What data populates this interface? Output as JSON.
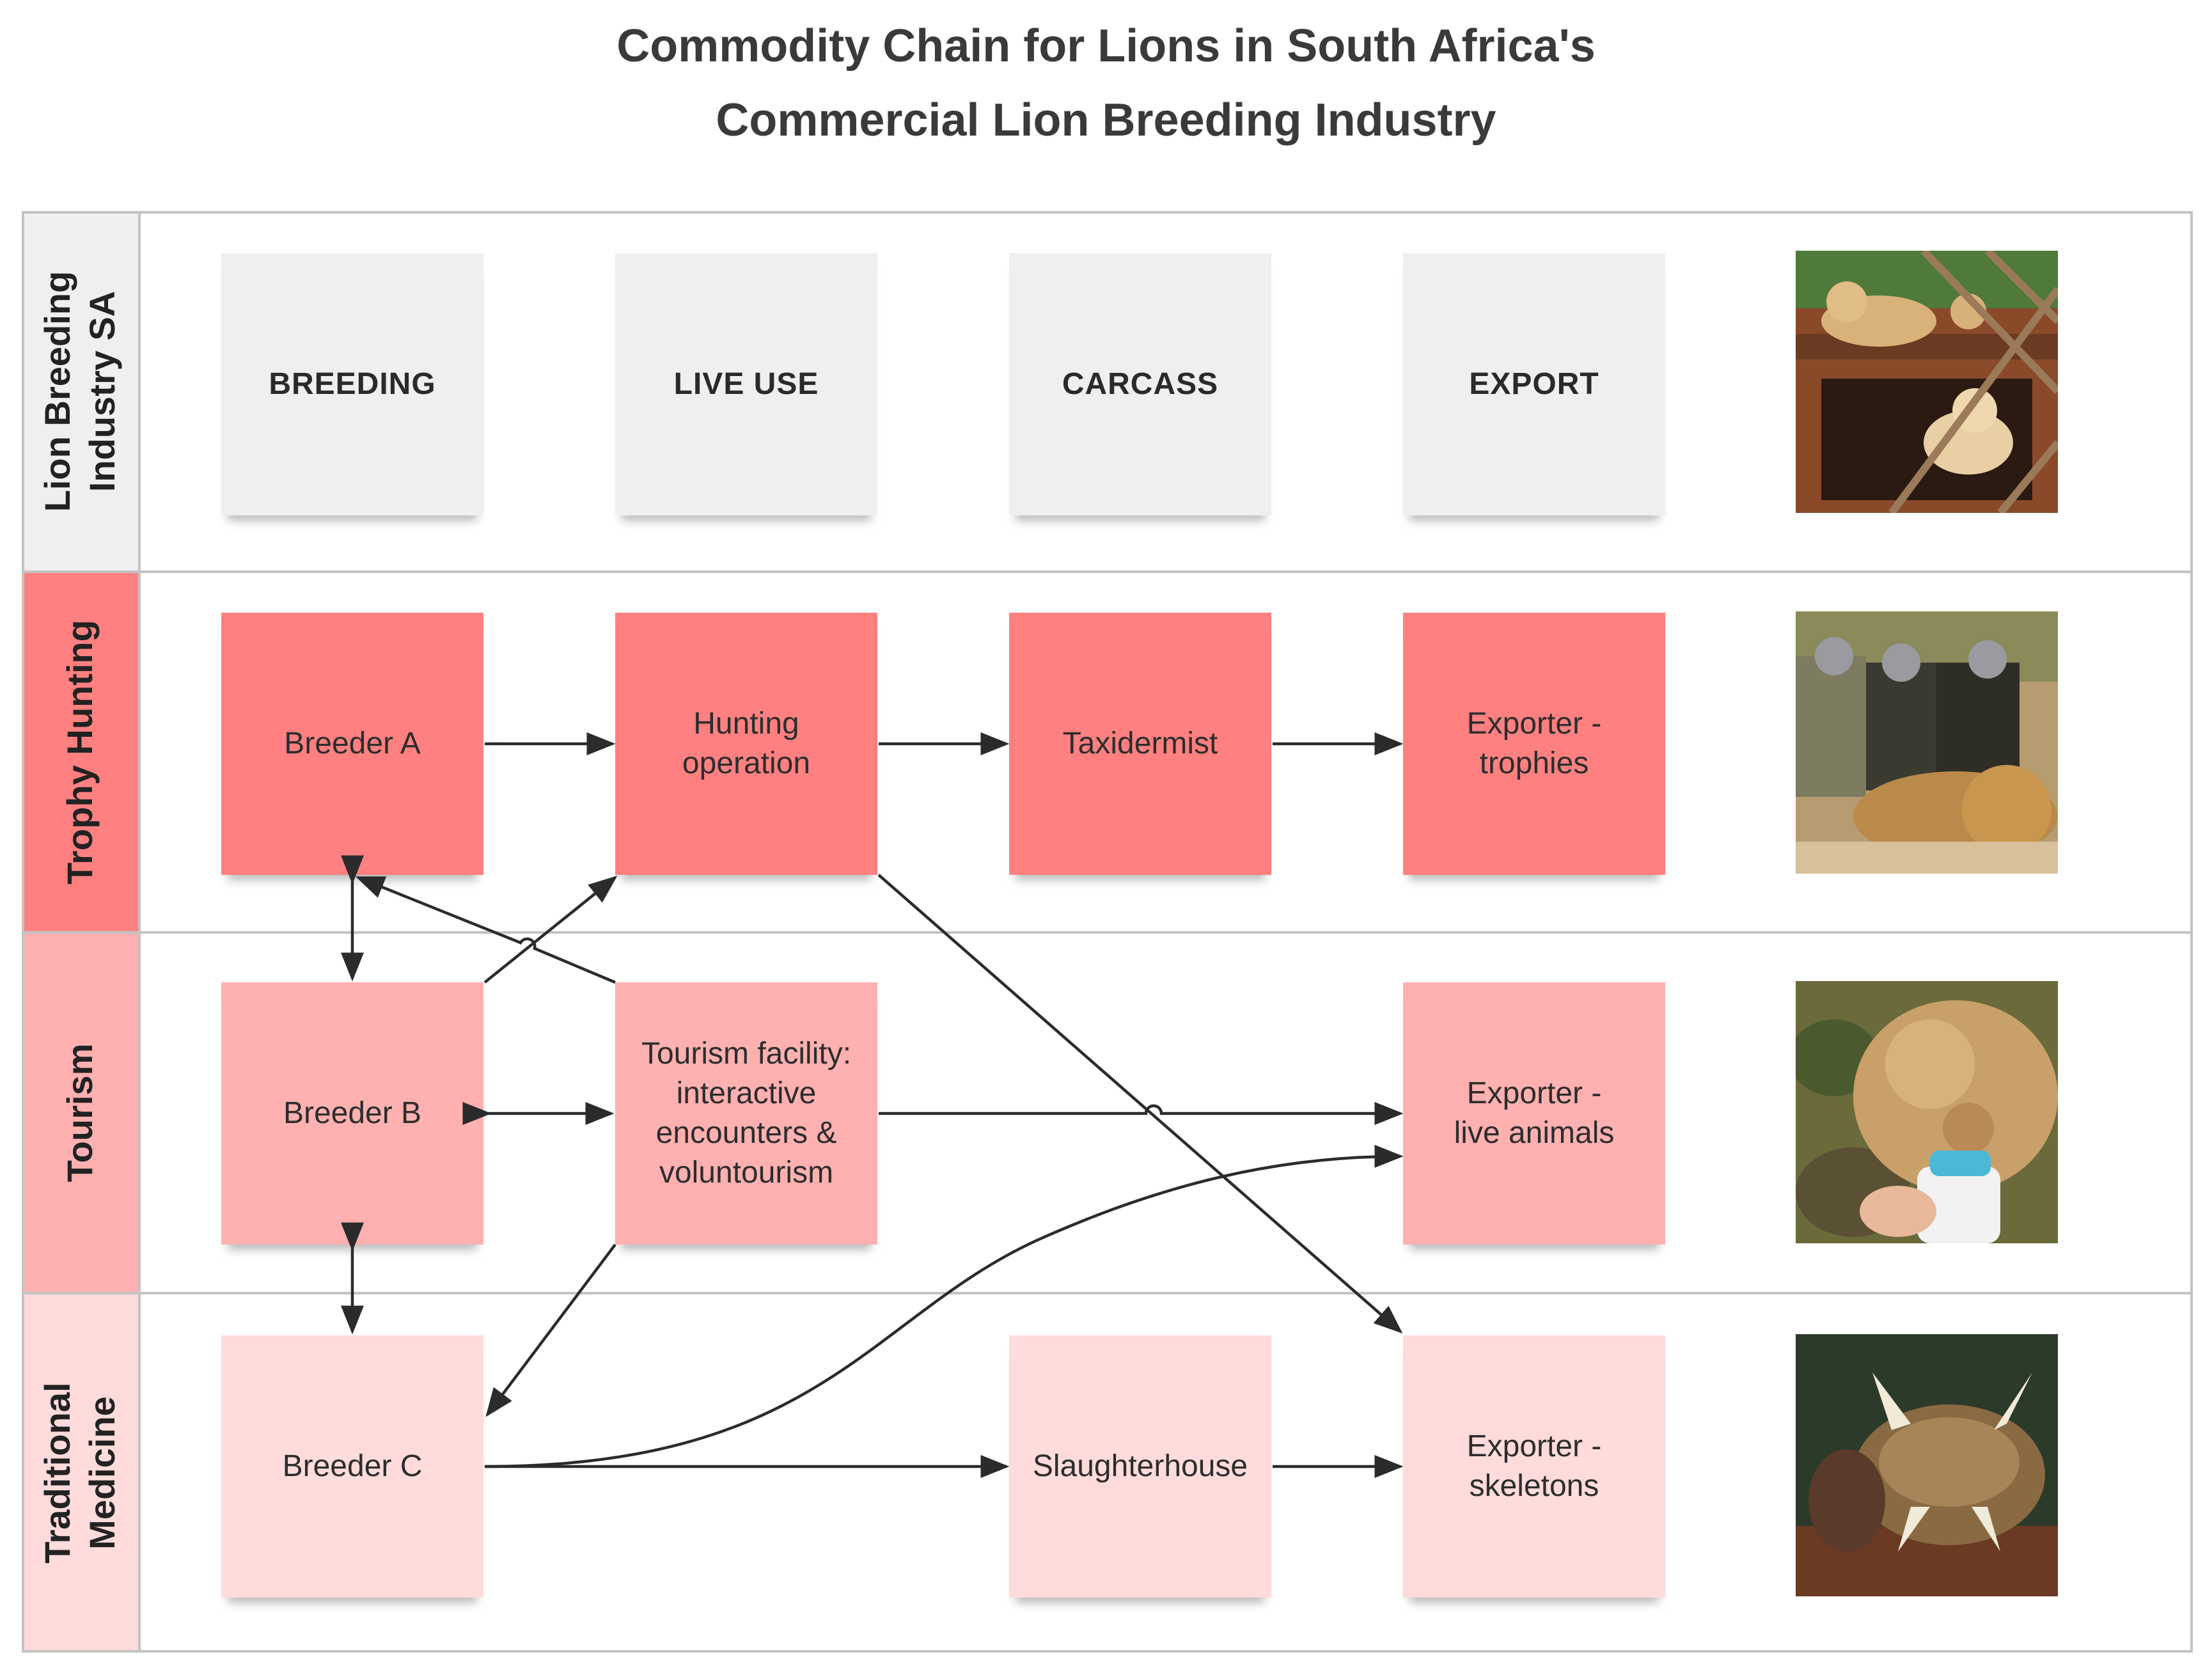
{
  "title": {
    "line1": "Commodity Chain for Lions in South Africa's",
    "line2": "Commercial Lion Breeding Industry"
  },
  "lanes": {
    "industry": "Lion Breeding\nIndustry SA",
    "trophy": "Trophy Hunting",
    "tourism": "Tourism",
    "medicine": "Traditional\nMedicine"
  },
  "stages": {
    "breeding": "BREEDING",
    "live_use": "LIVE USE",
    "carcass": "CARCASS",
    "export": "EXPORT"
  },
  "nodes": {
    "breeder_a": "Breeder A",
    "hunting_operation": "Hunting\noperation",
    "taxidermist": "Taxidermist",
    "exporter_trophies": "Exporter -\ntrophies",
    "breeder_b": "Breeder B",
    "tourism_facility": "Tourism facility:\ninteractive\nencounters &\nvoluntourism",
    "exporter_live": "Exporter -\nlive animals",
    "breeder_c": "Breeder C",
    "slaughterhouse": "Slaughterhouse",
    "exporter_skeletons": "Exporter -\nskeletons"
  },
  "colors": {
    "trophy_hunting": "#ff8080",
    "tourism": "#ffb0b0",
    "traditional_medicine": "#ffdbdb",
    "stage_header": "#efefef",
    "grid_lines": "#c3c3c3",
    "arrows": "#2b2b2b"
  },
  "photos": {
    "row1": "caged-lions-photo",
    "row2": "trophy-hunters-photo",
    "row3": "cub-bottle-feeding-photo",
    "row4": "lion-skull-photo"
  }
}
